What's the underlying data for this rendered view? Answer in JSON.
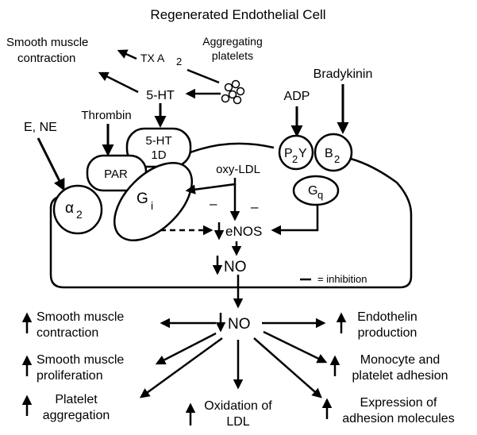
{
  "title": "Regenerated Endothelial Cell",
  "labels": {
    "sm_contraction_top_1": "Smooth muscle",
    "sm_contraction_top_2": "contraction",
    "txa2_a": "TX A",
    "txa2_b": "2",
    "agg_1": "Aggregating",
    "agg_2": "platelets",
    "ht5": "5-HT",
    "bradykinin": "Bradykinin",
    "adp": "ADP",
    "thrombin": "Thrombin",
    "e_ne": "E, NE",
    "ht1d_1": "5-HT",
    "ht1d_2": "1D",
    "par": "PAR",
    "gi_a": "G",
    "gi_b": "i",
    "alpha_a": "α",
    "alpha_b": "2",
    "p2y_a": "P",
    "p2y_b": "2",
    "p2y_c": "Y",
    "b2_a": "B",
    "b2_b": "2",
    "gq_a": "G",
    "gq_b": "q",
    "oxyldl": "oxy-LDL",
    "minus_1": "–",
    "minus_2": "–",
    "enos": "eNOS",
    "no_inner": "NO",
    "inhibition_legend": "= inhibition",
    "no_outer": "NO"
  },
  "effects": {
    "e1_1": "Smooth muscle",
    "e1_2": "contraction",
    "e2_1": "Smooth muscle",
    "e2_2": "proliferation",
    "e3_1": "Platelet",
    "e3_2": "aggregation",
    "e4_1": "Oxidation of",
    "e4_2": "LDL",
    "e5_1": "Expression of",
    "e5_2": "adhesion molecules",
    "e6_1": "Monocyte and",
    "e6_2": "platelet adhesion",
    "e7_1": "Endothelin",
    "e7_2": "production"
  }
}
